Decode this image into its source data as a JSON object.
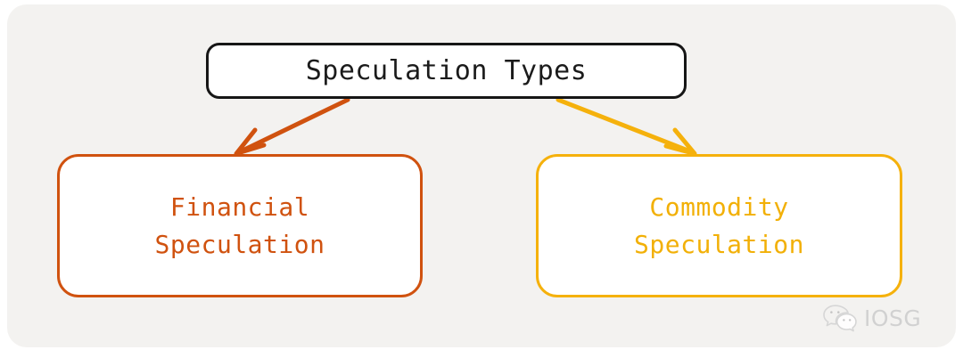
{
  "diagram": {
    "type": "tree",
    "background_color": "#f3f2f0",
    "root": {
      "id": "root",
      "label": "Speculation Types",
      "border_color": "#161616",
      "text_color": "#1b1b1b",
      "fill_color": "#ffffff"
    },
    "children": [
      {
        "id": "financial",
        "label_line1": "Financial",
        "label_line2": "Speculation",
        "border_color": "#d0520f",
        "text_color": "#d0520f",
        "fill_color": "#ffffff",
        "edge_color": "#d0520f"
      },
      {
        "id": "commodity",
        "label_line1": "Commodity",
        "label_line2": "Speculation",
        "border_color": "#f5b10c",
        "text_color": "#f2b007",
        "fill_color": "#ffffff",
        "edge_color": "#f5b10c"
      }
    ]
  },
  "watermark": {
    "icon": "wechat-icon",
    "text": "IOSG",
    "color": "#cfcfcf"
  }
}
